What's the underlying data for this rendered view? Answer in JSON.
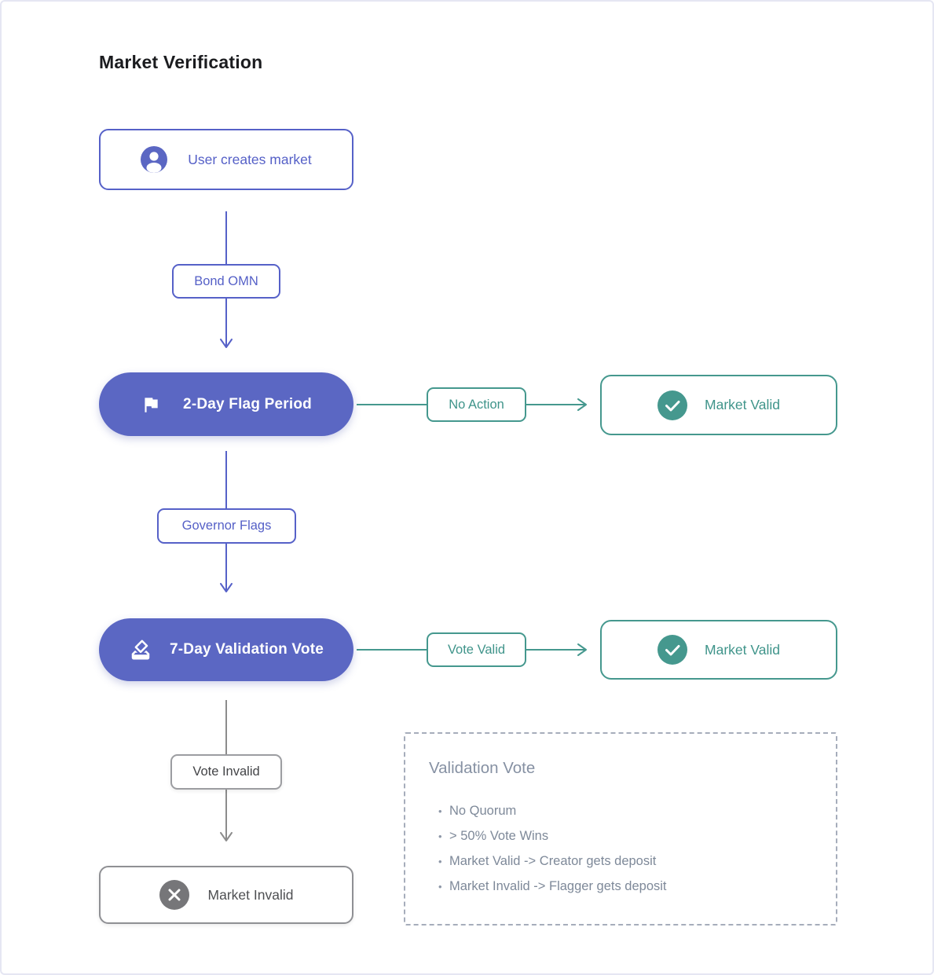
{
  "title": "Market Verification",
  "flow": {
    "user_box": {
      "label": "User creates market",
      "icon": "user"
    },
    "bond_label": {
      "label": "Bond OMN"
    },
    "flag_pill": {
      "label": "2-Day Flag Period",
      "icon": "flag"
    },
    "no_action_label": {
      "label": "No Action"
    },
    "market_valid_top": {
      "label": "Market Valid",
      "icon": "check-circle"
    },
    "governor_label": {
      "label": "Governor Flags"
    },
    "vote_pill": {
      "label": "7-Day Validation Vote",
      "icon": "ballot"
    },
    "vote_valid_label": {
      "label": "Vote Valid"
    },
    "market_valid_mid": {
      "label": "Market Valid",
      "icon": "check-circle"
    },
    "vote_invalid_label": {
      "label": "Vote Invalid"
    },
    "market_invalid_box": {
      "label": "Market Invalid",
      "icon": "x-circle"
    }
  },
  "note_panel": {
    "title": "Validation Vote",
    "items": [
      "No Quorum",
      "> 50% Vote Wins",
      "Market Valid -> Creator gets deposit",
      "Market Invalid -> Flagger gets deposit"
    ]
  },
  "colors": {
    "indigo_stroke": "#5661c8",
    "indigo_fill": "#5b67c3",
    "teal": "#45988e",
    "gray_line": "#8c8c8c",
    "note_text": "#7e8999",
    "canvas_border": "#e5e6f3"
  }
}
